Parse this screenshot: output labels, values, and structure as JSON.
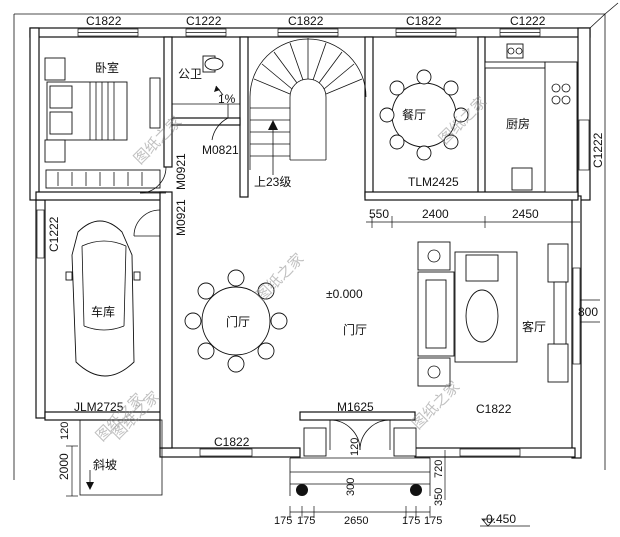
{
  "labels": {
    "bedroom": "卧室",
    "public_toilet": "公卫",
    "slope_pct": "1%",
    "dining_room": "餐厅",
    "kitchen": "厨房",
    "garage": "车库",
    "foyer_left": "门厅",
    "foyer_center": "门厅",
    "living_room": "客厅",
    "stair_up": "上23级",
    "elevation_main": "±0.000",
    "elevation_outside": "-0.450",
    "ramp": "斜坡"
  },
  "window_codes": {
    "top_1": "C1822",
    "top_2": "C1222",
    "top_3": "C1822",
    "top_4": "C1822",
    "top_5": "C1222",
    "left_garage": "C1222",
    "right_kitchen": "C1222",
    "bottom_left": "C1822",
    "bottom_right": "C1822"
  },
  "door_codes": {
    "toilet": "M0821",
    "toilet_side": "M0921",
    "foyer_side": "M0921",
    "dining_slide": "TLM2425",
    "garage_roller": "JLM2725",
    "main_entry": "M1625"
  },
  "dimensions": {
    "d_550": "550",
    "d_2400": "2400",
    "d_2450": "2450",
    "d_800": "800",
    "d_2000": "2000",
    "d_120": "120",
    "d_720": "720",
    "d_350": "350",
    "d_300": "300",
    "d_120b": "120",
    "d_175a": "175",
    "d_175b": "175",
    "d_2650": "2650",
    "d_175c": "175",
    "d_175d": "175"
  },
  "watermarks": [
    "图纸之家",
    "图纸之家",
    "图纸之家",
    "图纸之家",
    "图纸之家",
    "图纸之家"
  ]
}
